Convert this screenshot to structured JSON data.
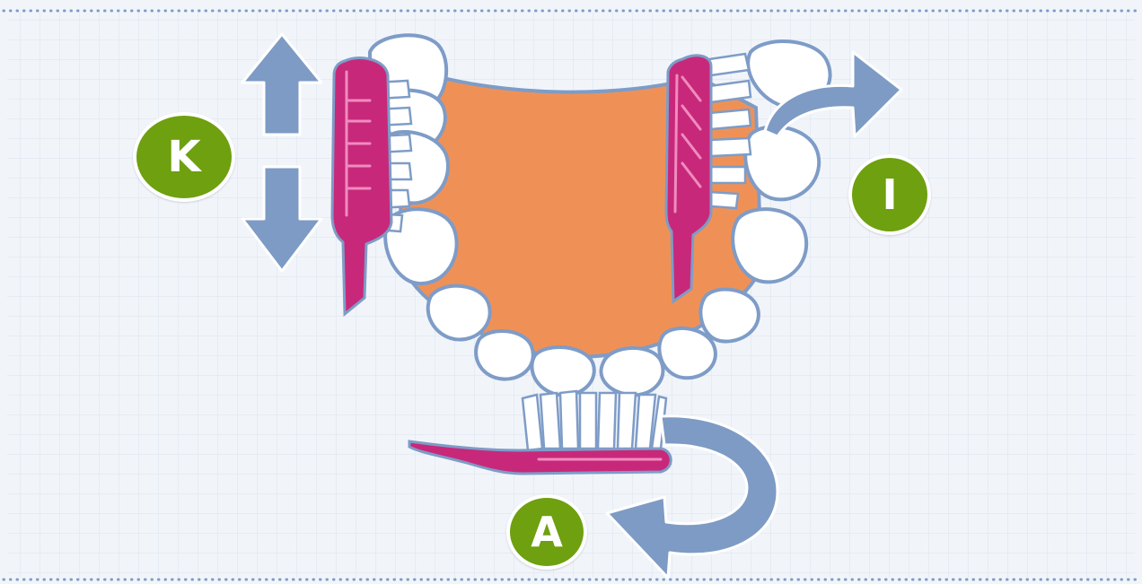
{
  "labels": {
    "k": "K",
    "i": "I",
    "a": "A"
  },
  "colors": {
    "background": "#f1f5fa",
    "grid_line": "#dbe4ef",
    "dotted_border": "#7e9cc7",
    "badge": "#6ea00f",
    "badge_text": "#ffffff",
    "arrow": "#7d9bc4",
    "arrow_outline": "#ffffff",
    "gum": "#ef9157",
    "gum_outline": "#7e9cc7",
    "tooth_fill": "#ffffff",
    "tooth_outline": "#7e9cc7",
    "toothbrush": "#c8287a",
    "toothbrush_highlight": "#ef8cbf",
    "bristle": "#ffffff"
  },
  "icons": {
    "up_down_arrow": "up-down-arrow-icon",
    "curved_arrow_right": "curved-arrow-right-icon",
    "circular_arrow": "circular-arrow-icon"
  }
}
